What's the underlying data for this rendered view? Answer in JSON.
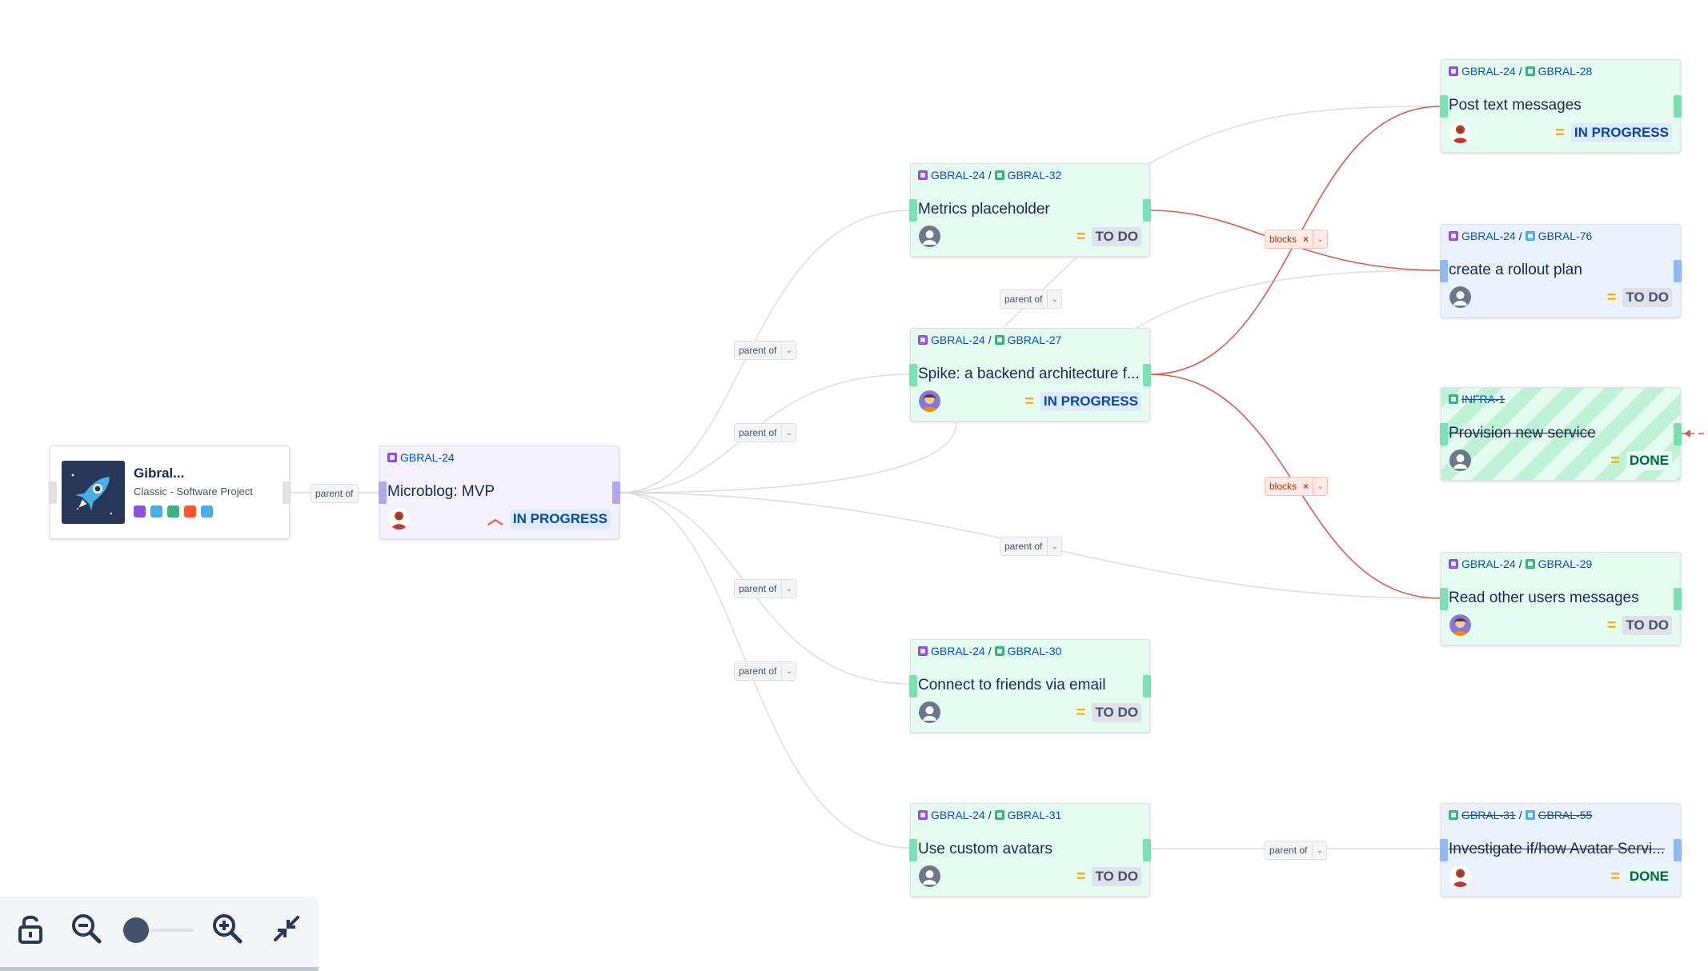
{
  "project": {
    "name": "Gibral...",
    "subtitle": "Classic - Software Project",
    "icon": "rocket-icon",
    "issue_type_icons": [
      "epic-icon",
      "task-icon",
      "story-icon",
      "bug-icon",
      "subtask-icon"
    ]
  },
  "link_labels": {
    "parent_of": "parent of",
    "blocks": "blocks",
    "remove_symbol": "×",
    "dropdown_symbol": "⌄"
  },
  "epic": {
    "key": "GBRAL-24",
    "title": "Microblog: MVP",
    "priority": "high",
    "status": "IN PROGRESS"
  },
  "issues": [
    {
      "epic_key": "GBRAL-24",
      "sep": "/",
      "key": "GBRAL-32",
      "title": "Metrics placeholder",
      "status": "TO DO",
      "priority": "medium",
      "avatar": "default"
    },
    {
      "epic_key": "GBRAL-24",
      "sep": "/",
      "key": "GBRAL-27",
      "title": "Spike: a backend architecture f...",
      "status": "IN PROGRESS",
      "priority": "medium",
      "avatar": "woman"
    },
    {
      "epic_key": "GBRAL-24",
      "sep": "/",
      "key": "GBRAL-30",
      "title": "Connect to friends via email",
      "status": "TO DO",
      "priority": "medium",
      "avatar": "default"
    },
    {
      "epic_key": "GBRAL-24",
      "sep": "/",
      "key": "GBRAL-31",
      "title": "Use custom avatars",
      "status": "TO DO",
      "priority": "medium",
      "avatar": "default"
    },
    {
      "epic_key": "GBRAL-24",
      "sep": "/",
      "key": "GBRAL-28",
      "title": "Post text messages",
      "status": "IN PROGRESS",
      "priority": "medium",
      "avatar": "man"
    },
    {
      "epic_key": "GBRAL-24",
      "sep": "/",
      "key": "GBRAL-76",
      "title": "create a rollout plan",
      "status": "TO DO",
      "priority": "medium",
      "avatar": "default"
    },
    {
      "key": "INFRA-1",
      "title": "Provision new service",
      "status": "DONE",
      "priority": "medium",
      "avatar": "default",
      "resolved": true
    },
    {
      "epic_key": "GBRAL-24",
      "sep": "/",
      "key": "GBRAL-29",
      "title": "Read other users messages",
      "status": "TO DO",
      "priority": "medium",
      "avatar": "woman"
    },
    {
      "epic_key": "GBRAL-31",
      "sep": "/",
      "key": "GBRAL-55",
      "title": "Investigate if/how Avatar Servi...",
      "status": "DONE",
      "priority": "medium",
      "avatar": "man",
      "resolved": true
    }
  ],
  "toolbar": {
    "lock": "unlock-icon",
    "zoom_out": "zoom-out-icon",
    "zoom_in": "zoom-in-icon",
    "collapse": "collapse-icon",
    "zoom_level": 0
  },
  "colors": {
    "story_card": "#e3fcef",
    "task_card": "#eaf2fd",
    "epic_card": "#f3f0ff",
    "blocks_link": "#de5b4a",
    "parent_link": "#dcdcdc"
  }
}
